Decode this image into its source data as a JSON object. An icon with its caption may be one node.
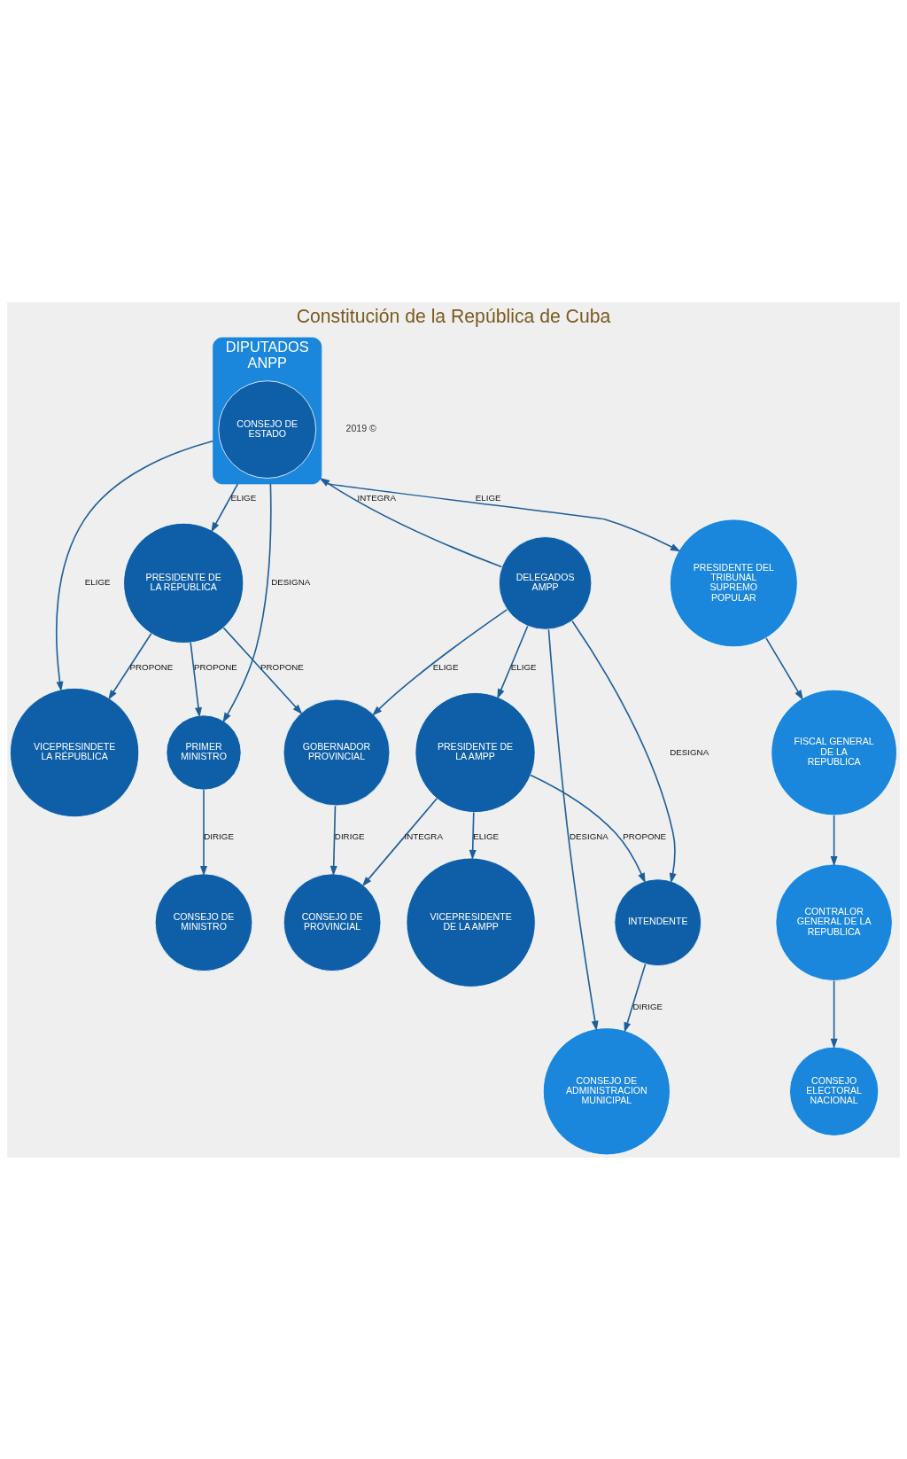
{
  "diagram": {
    "title": "Constitución de la República de Cuba",
    "nodes": [
      {
        "text": [
          "DIPUTADOS",
          "ANPP"
        ]
      },
      {
        "text": [
          "CONSEJO DE ESTADO"
        ],
        "in": 0
      },
      {
        "text": [
          "PRESIDENTE DE LA RÉPUBLICA"
        ]
      },
      {
        "text": [
          "VICEPRESINDETE LA RÉPUBLICA"
        ]
      },
      {
        "text": [
          "PRIMER MINISTRO"
        ]
      },
      {
        "text": [
          "CONSEJO DE MINISTRO"
        ]
      },
      {
        "text": [
          "PRESIDENTE DEL TRIBUNAL SUPREMO POPULAR"
        ]
      },
      {
        "text": [
          "FISCAL GENERAL DE LA REPUBLICA"
        ]
      },
      {
        "text": [
          "CONTRALOR GENERAL DE LA REPUBLICA"
        ]
      },
      {
        "text": [
          "CONSEJO ELECTORAL NACIONAL"
        ]
      },
      {
        "text": [
          "GOBERNADOR PROVINCIAL"
        ]
      },
      {
        "text": [
          "CONSEJO DE PROVINCIAL"
        ]
      },
      {
        "text": [
          "DELEGADOS",
          "AMPP"
        ]
      },
      {
        "text": [
          "PRESIDENTE DE LA AMPP"
        ]
      },
      {
        "text": [
          "VICEPRESIDENTE DE LA AMPP"
        ]
      },
      {
        "text": [
          "INTENDENTE"
        ]
      },
      {
        "text": [
          "CONSEJO DE ADMINISTRACION MUNICIPAL"
        ]
      }
    ],
    "edges": [
      {
        "from": 0,
        "to": 2,
        "arrow": "to",
        "label": "ELIGE"
      },
      {
        "from": 0,
        "to": 4,
        "arrow": "to",
        "label": "DESIGNA"
      },
      {
        "from": 2,
        "to": 4,
        "arrow": "to",
        "label": "PROPONE"
      },
      {
        "from": 2,
        "to": 3,
        "arrow": "to",
        "label": "PROPONE"
      },
      {
        "from": 2,
        "to": 10,
        "arrow": "to",
        "label": "PROPONE"
      },
      {
        "from": 4,
        "to": 5,
        "arrow": "to",
        "label": "DIRIGE"
      },
      {
        "from": 0,
        "to": 6,
        "arrow": "to",
        "label": "ELIGE"
      },
      {
        "from": 6,
        "to": 7,
        "arrow": "to"
      },
      {
        "from": 7,
        "to": 8,
        "arrow": "to"
      },
      {
        "from": 8,
        "to": 9,
        "arrow": "to"
      },
      {
        "from": 0,
        "to": 3,
        "arrow": "to",
        "label": "ELIGE"
      },
      {
        "from": 12,
        "to": 0,
        "arrow": "to",
        "label": "INTEGRA"
      },
      {
        "from": 12,
        "to": 10,
        "arrow": "to",
        "label": "ELIGE"
      },
      {
        "from": 10,
        "to": 11,
        "arrow": "to",
        "label": "DIRIGE"
      },
      {
        "from": 12,
        "to": 13,
        "arrow": "to",
        "label": "ELIGE"
      },
      {
        "from": 13,
        "to": 11,
        "arrow": "to",
        "label": "INTEGRA"
      },
      {
        "from": 13,
        "to": 14,
        "arrow": "to",
        "label": "ELIGE"
      },
      {
        "from": 12,
        "to": 15,
        "arrow": "to",
        "label": "DESIGNA"
      },
      {
        "from": 13,
        "to": 15,
        "arrow": "to",
        "label": "PROPONE"
      },
      {
        "from": 12,
        "to": 16,
        "arrow": "to",
        "label": "DESIGNA"
      },
      {
        "from": 15,
        "to": 16,
        "arrow": "to",
        "label": "DIRIGE"
      }
    ],
    "labels": [
      "2019 ©"
    ]
  }
}
